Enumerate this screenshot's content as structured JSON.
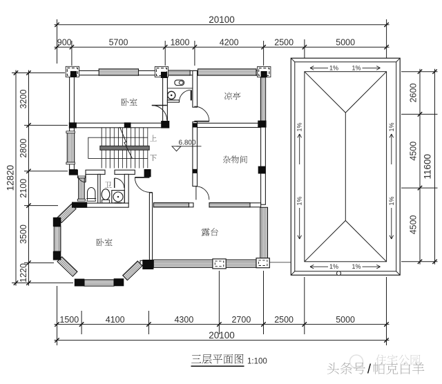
{
  "title": {
    "name": "三层平面图",
    "scale": "1:100"
  },
  "rooms": {
    "bedroom1": "卧室",
    "pavilion": "凉亭",
    "storage": "杂物间",
    "bath": "卫",
    "bedroom2": "卧室",
    "terrace": "露台"
  },
  "stairs": {
    "up": "上",
    "down": "下"
  },
  "level_marker": "6.800",
  "roof": {
    "slope_label": "1%"
  },
  "dimensions": {
    "top": {
      "total": "20100",
      "segments": [
        "900",
        "5700",
        "1800",
        "4200",
        "2500",
        "5000"
      ]
    },
    "bottom": {
      "total": "20100",
      "segments": [
        "1500",
        "4100",
        "4300",
        "2700",
        "2500",
        "5000"
      ]
    },
    "left": {
      "total": "12820",
      "segments": [
        "3200",
        "2800",
        "2100",
        "3500",
        "1220"
      ]
    },
    "right": {
      "total": "11600",
      "segments": [
        "2600",
        "4500",
        "4500"
      ]
    }
  },
  "watermark": {
    "site": "住宅公园",
    "byline": "头条号/帕克白羊"
  },
  "colors": {
    "line": "#1c1c1c",
    "dim_text": "#2e2e2e",
    "watermark_light": "#cdcdcd",
    "watermark_dark": "#a3a3a3"
  }
}
